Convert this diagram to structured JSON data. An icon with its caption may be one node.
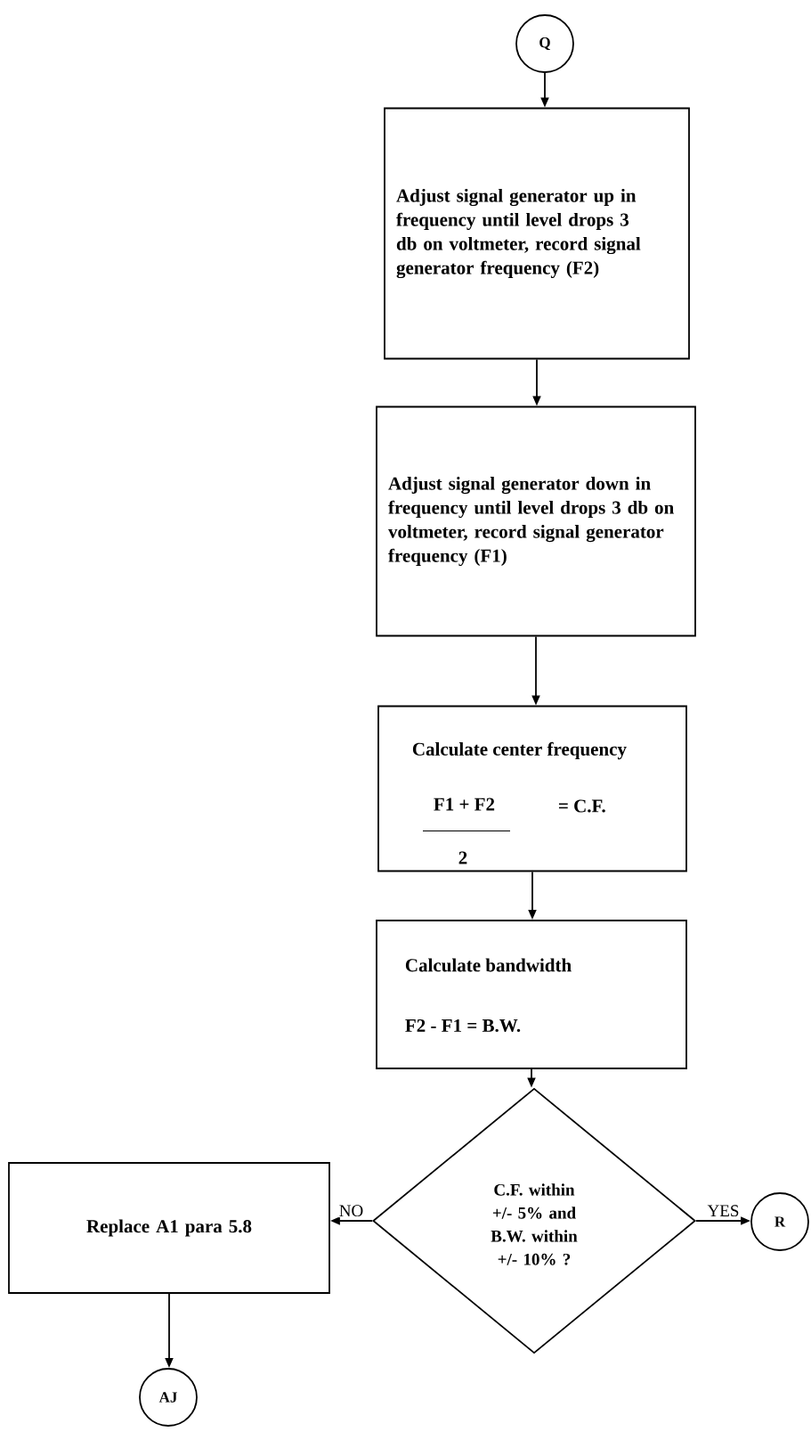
{
  "diagram": {
    "nodes": [
      {
        "text": [
          "Q"
        ]
      },
      {
        "text": [
          "Adjust signal generator up in frequency until level drops 3 db on voltmeter, record signal generator frequency (F2)"
        ]
      },
      {
        "text": [
          "Adjust signal generator down in frequency until level drops 3 db on voltmeter, record signal generator frequency (F1)"
        ]
      },
      {
        "text": [
          "Calculate center frequency",
          "F1 + F2",
          "2",
          "= C.F."
        ]
      },
      {
        "text": [
          "Calculate bandwidth",
          "F2 - F1 = B.W."
        ]
      },
      {
        "text": [
          "C.F. within +/- 5% and B.W. within +/- 10% ?"
        ]
      },
      {
        "text": [
          "Replace A1 para 5.8"
        ]
      },
      {
        "text": [
          "R"
        ]
      },
      {
        "text": [
          "AJ"
        ]
      }
    ],
    "edges": [
      {
        "from": 0,
        "to": 1,
        "arrow": "to"
      },
      {
        "from": 1,
        "to": 2,
        "arrow": "to"
      },
      {
        "from": 2,
        "to": 3,
        "arrow": "to"
      },
      {
        "from": 3,
        "to": 4,
        "arrow": "to"
      },
      {
        "from": 4,
        "to": 5,
        "arrow": "to"
      },
      {
        "from": 5,
        "to": 6,
        "arrow": "to",
        "label": "NO"
      },
      {
        "from": 5,
        "to": 7,
        "arrow": "to",
        "label": "YES"
      },
      {
        "from": 6,
        "to": 8,
        "arrow": "to"
      }
    ]
  }
}
